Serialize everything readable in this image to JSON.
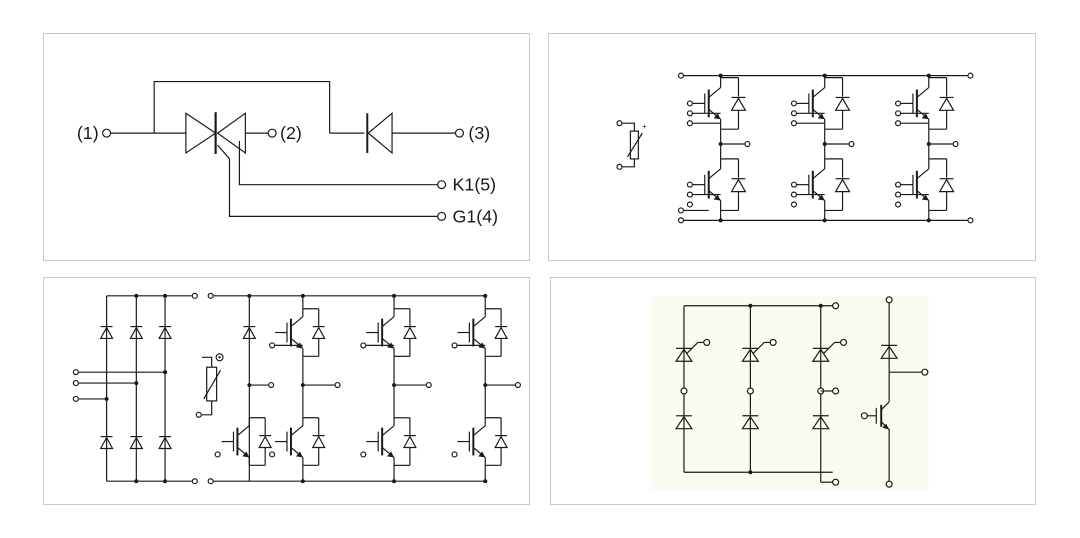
{
  "panel1": {
    "labels": {
      "t1": "(1)",
      "t2": "(2)",
      "t3": "(3)",
      "k1": "K1(5)",
      "g1": "G1(4)"
    }
  },
  "panel2": {
    "ntc_mark": "+"
  },
  "colors": {
    "line": "#1a1a1a",
    "border": "#c9c9c9",
    "background": "#ffffff",
    "panel4_tint": "#fbfbf1"
  },
  "icons": {
    "thyristor": "thyristor-symbol",
    "diode": "diode-symbol",
    "igbt": "igbt-symbol",
    "ntc": "ntc-thermistor-symbol",
    "terminal": "open-circle-terminal"
  }
}
